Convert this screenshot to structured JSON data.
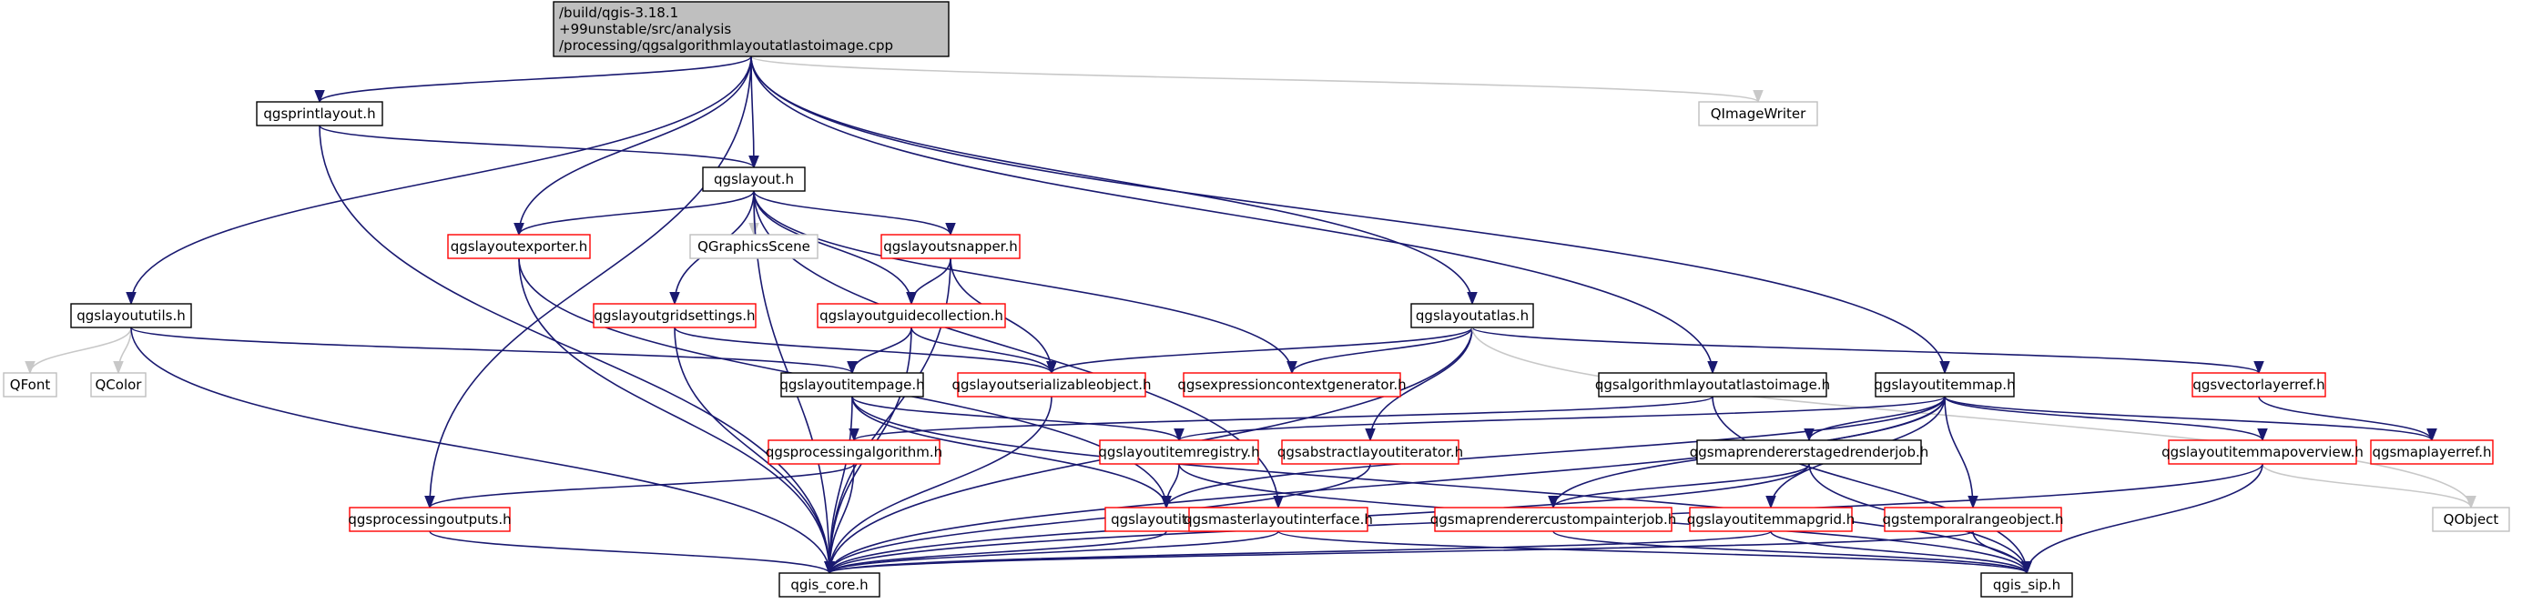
{
  "colors": {
    "edge": "#191970",
    "edge_external": "#c8c8c8",
    "root_fill": "#bfbfbf",
    "root_border": "#000000",
    "plain_border": "#000000",
    "red_border": "#ff0000",
    "gray_border": "#bfbfbf",
    "gray_text": "#808080"
  },
  "nodes": [
    {
      "id": "root",
      "style": "root",
      "lines": [
        "/build/qgis-3.18.1",
        "+99unstable/src/analysis",
        "/processing/qgsalgorithmlayoutatlastoimage.cpp"
      ]
    },
    {
      "id": "qgsprintlayout",
      "style": "plain",
      "lines": [
        "qgsprintlayout.h"
      ]
    },
    {
      "id": "qimagewriter",
      "style": "gray",
      "lines": [
        "QImageWriter"
      ]
    },
    {
      "id": "qgslayout",
      "style": "plain",
      "lines": [
        "qgslayout.h"
      ]
    },
    {
      "id": "qgslayoutexporter",
      "style": "red",
      "lines": [
        "qgslayoutexporter.h"
      ]
    },
    {
      "id": "qgraphicsscene",
      "style": "gray",
      "lines": [
        "QGraphicsScene"
      ]
    },
    {
      "id": "qgslayoutsnapper",
      "style": "red",
      "lines": [
        "qgslayoutsnapper.h"
      ]
    },
    {
      "id": "qgslayoututils",
      "style": "plain",
      "lines": [
        "qgslayoututils.h"
      ]
    },
    {
      "id": "qgslayoutgridsettings",
      "style": "red",
      "lines": [
        "qgslayoutgridsettings.h"
      ]
    },
    {
      "id": "qgslayoutguidecollection",
      "style": "red",
      "lines": [
        "qgslayoutguidecollection.h"
      ]
    },
    {
      "id": "qgslayoutatlas",
      "style": "plain",
      "lines": [
        "qgslayoutatlas.h"
      ]
    },
    {
      "id": "qfont",
      "style": "gray",
      "lines": [
        "QFont"
      ]
    },
    {
      "id": "qcolor",
      "style": "gray",
      "lines": [
        "QColor"
      ]
    },
    {
      "id": "qgslayoutitempage",
      "style": "plain",
      "lines": [
        "qgslayoutitempage.h"
      ]
    },
    {
      "id": "qgslayoutserializableobject",
      "style": "red",
      "lines": [
        "qgslayoutserializableobject.h"
      ]
    },
    {
      "id": "qgsexpressioncontextgenerator",
      "style": "red",
      "lines": [
        "qgsexpressioncontextgenerator.h"
      ]
    },
    {
      "id": "qgsalgorithmlayoutatlastoimage",
      "style": "plain",
      "lines": [
        "qgsalgorithmlayoutatlastoimage.h"
      ]
    },
    {
      "id": "qgslayoutitemmap",
      "style": "plain",
      "lines": [
        "qgslayoutitemmap.h"
      ]
    },
    {
      "id": "qgsvectorlayerref",
      "style": "red",
      "lines": [
        "qgsvectorlayerref.h"
      ]
    },
    {
      "id": "qgsprocessingalgorithm",
      "style": "red",
      "lines": [
        "qgsprocessingalgorithm.h"
      ]
    },
    {
      "id": "qgslayoutitemregistry",
      "style": "red",
      "lines": [
        "qgslayoutitemregistry.h"
      ]
    },
    {
      "id": "qgsabstractlayoutiterator",
      "style": "red",
      "lines": [
        "qgsabstractlayoutiterator.h"
      ]
    },
    {
      "id": "qgsmaprendererstagedrenderjob",
      "style": "plain",
      "lines": [
        "qgsmaprendererstagedrenderjob.h"
      ]
    },
    {
      "id": "qgslayoutitemmapoverview",
      "style": "red",
      "lines": [
        "qgslayoutitemmapoverview.h"
      ]
    },
    {
      "id": "qgsmaplayerref",
      "style": "red",
      "lines": [
        "qgsmaplayerref.h"
      ]
    },
    {
      "id": "qgsprocessingoutputs",
      "style": "red",
      "lines": [
        "qgsprocessingoutputs.h"
      ]
    },
    {
      "id": "qgslayoutitem",
      "style": "red",
      "lines": [
        "qgslayoutitem.h"
      ]
    },
    {
      "id": "qgsmasterlayoutinterface",
      "style": "red",
      "lines": [
        "qgsmasterlayoutinterface.h"
      ]
    },
    {
      "id": "qgsmaprenderercustompainterjob",
      "style": "red",
      "lines": [
        "qgsmaprenderercustompainterjob.h"
      ]
    },
    {
      "id": "qgslayoutitemmapgrid",
      "style": "red",
      "lines": [
        "qgslayoutitemmapgrid.h"
      ]
    },
    {
      "id": "qgstemporalrangeobject",
      "style": "red",
      "lines": [
        "qgstemporalrangeobject.h"
      ]
    },
    {
      "id": "qobject",
      "style": "gray",
      "lines": [
        "QObject"
      ]
    },
    {
      "id": "qgis_core",
      "style": "plain",
      "lines": [
        "qgis_core.h"
      ]
    },
    {
      "id": "qgis_sip",
      "style": "plain",
      "lines": [
        "qgis_sip.h"
      ]
    }
  ]
}
